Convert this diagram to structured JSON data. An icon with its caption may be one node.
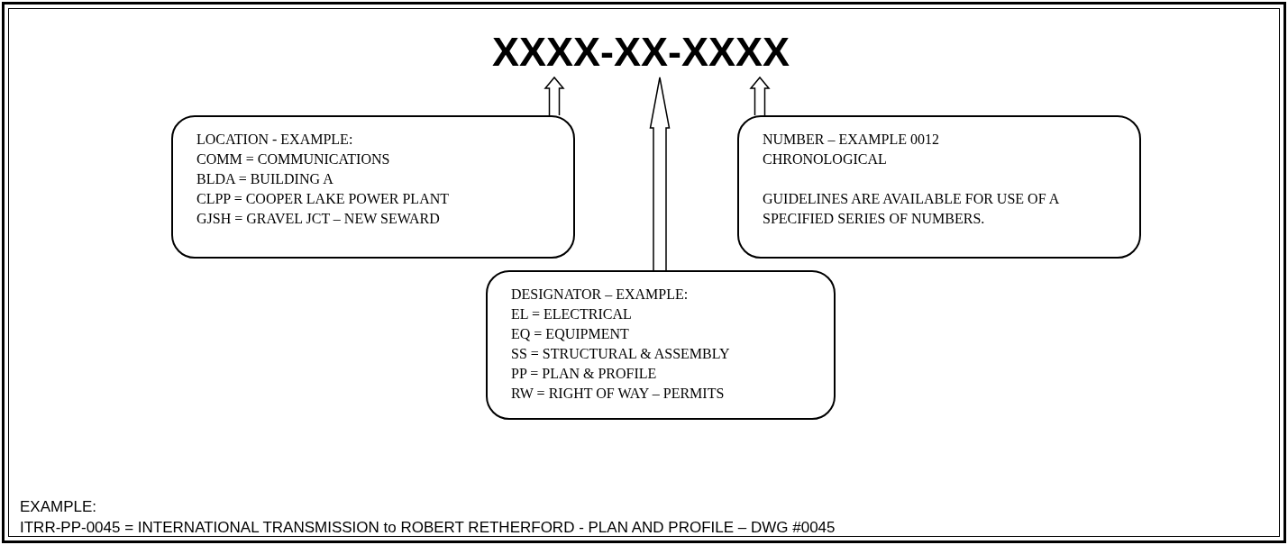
{
  "diagram": {
    "nodes": [
      {
        "text": [
          "XXXX-XX-XXXX"
        ]
      },
      {
        "text": [
          "LOCATION - EXAMPLE:",
          "COMM = COMMUNICATIONS",
          "BLDA = BUILDING A",
          "CLPP = COOPER LAKE POWER PLANT",
          "GJSH = GRAVEL JCT – NEW SEWARD"
        ]
      },
      {
        "text": [
          "NUMBER – EXAMPLE 0012",
          "CHRONOLOGICAL",
          "GUIDELINES ARE AVAILABLE FOR USE OF A SPECIFIED SERIES OF NUMBERS."
        ]
      },
      {
        "text": [
          "DESIGNATOR – EXAMPLE:",
          "EL = ELECTRICAL",
          "EQ = EQUIPMENT",
          "SS = STRUCTURAL & ASSEMBLY",
          "PP = PLAN & PROFILE",
          "RW = RIGHT OF WAY – PERMITS"
        ]
      }
    ],
    "edges": [
      {
        "from": 1,
        "to": 0,
        "arrow": "to"
      },
      {
        "from": 3,
        "to": 0,
        "arrow": "to"
      },
      {
        "from": 2,
        "to": 0,
        "arrow": "to"
      }
    ],
    "labels": [
      "EXAMPLE:",
      "ITRR-PP-0045 = INTERNATIONAL TRANSMISSION to ROBERT RETHERFORD - PLAN AND PROFILE – DWG #0045"
    ]
  }
}
